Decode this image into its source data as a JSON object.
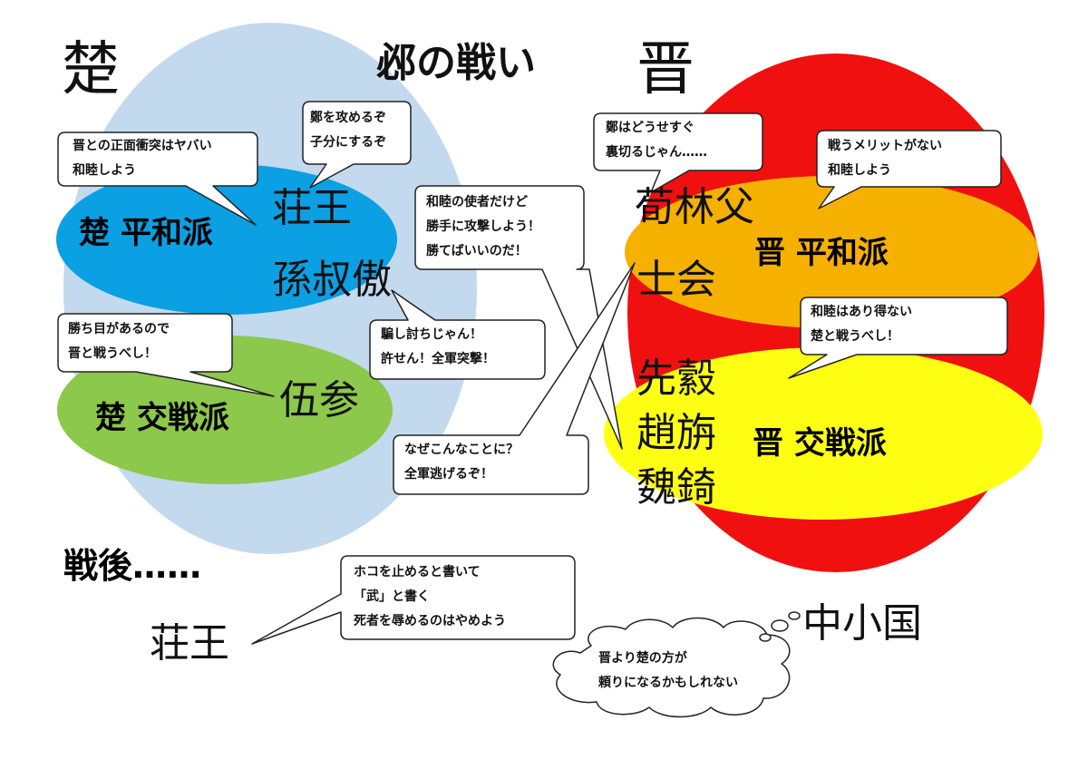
{
  "title": "邲の戦い",
  "chu": {
    "label": "楚",
    "color": "#c3d9ee",
    "peace": {
      "label": "楚 平和派",
      "color": "#0aa0e3"
    },
    "war": {
      "label": "楚 交戦派",
      "color": "#8cc84b"
    },
    "names": {
      "zhuang_wang": "荘王",
      "sun_shuao": "孫叔傲",
      "wu_shen": "伍参"
    }
  },
  "jin": {
    "label": "晋",
    "color": "#f01010",
    "peace": {
      "label": "晋 平和派",
      "color": "#f6b100"
    },
    "war": {
      "label": "晋 交戦派",
      "color": "#ffff14"
    },
    "names": {
      "xun_linfu": "荀林父",
      "shi_hui": "士会",
      "xian_hu": "先縠",
      "zhao_zhan": "趙旃",
      "wei_qi": "魏錡"
    }
  },
  "after": {
    "label": "戦後……",
    "zhuang_wang": "荘王",
    "small_states": "中小国"
  },
  "speech": {
    "chu_peace": [
      "晋との正面衝突はヤバい",
      "和睦しよう"
    ],
    "zhuang_wang": [
      "鄭を攻めるぞ",
      "子分にするぞ"
    ],
    "chu_war": [
      "勝ち目があるので",
      "晋と戦うべし！"
    ],
    "sun_shuao": [
      "騙し討ちじゃん！",
      "許せん！全軍突撃！"
    ],
    "jin_attackers": [
      "和睦の使者だけど",
      "勝手に攻撃しよう！",
      "勝てばいいのだ！"
    ],
    "xun_linfu_retreat": [
      "なぜこんなことに？",
      "全軍逃げるぞ！"
    ],
    "jin_doubt": [
      "鄭はどうせすぐ",
      "裏切るじゃん……"
    ],
    "jin_peace": [
      "戦うメリットがない",
      "和睦しよう"
    ],
    "jin_war": [
      "和睦はあり得ない",
      "楚と戦うべし！"
    ],
    "zhuang_wang_after": [
      "ホコを止めると書いて",
      "「武」と書く",
      "死者を辱めるのはやめよう"
    ],
    "small_states": [
      "晋より楚の方が",
      "頼りになるかもしれない"
    ]
  }
}
